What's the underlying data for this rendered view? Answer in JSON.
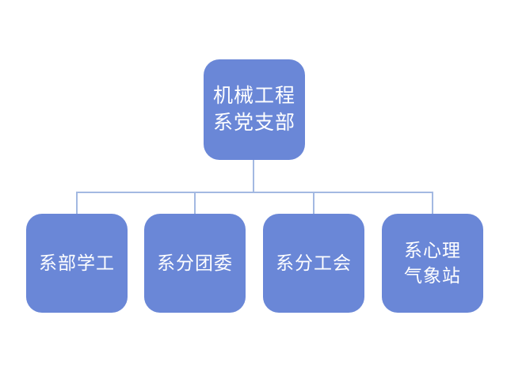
{
  "diagram": {
    "type": "org-chart",
    "root": {
      "label": "机械工程\n系党支部"
    },
    "children": [
      {
        "label": "系部学工"
      },
      {
        "label": "系分团委"
      },
      {
        "label": "系分工会"
      },
      {
        "label": "系心理\n气象站"
      }
    ]
  },
  "colors": {
    "canvas-bg": "#ffffff",
    "node-fill": "#6a87d7",
    "node-text": "#ffffff",
    "connector": "#a3b9e2"
  }
}
